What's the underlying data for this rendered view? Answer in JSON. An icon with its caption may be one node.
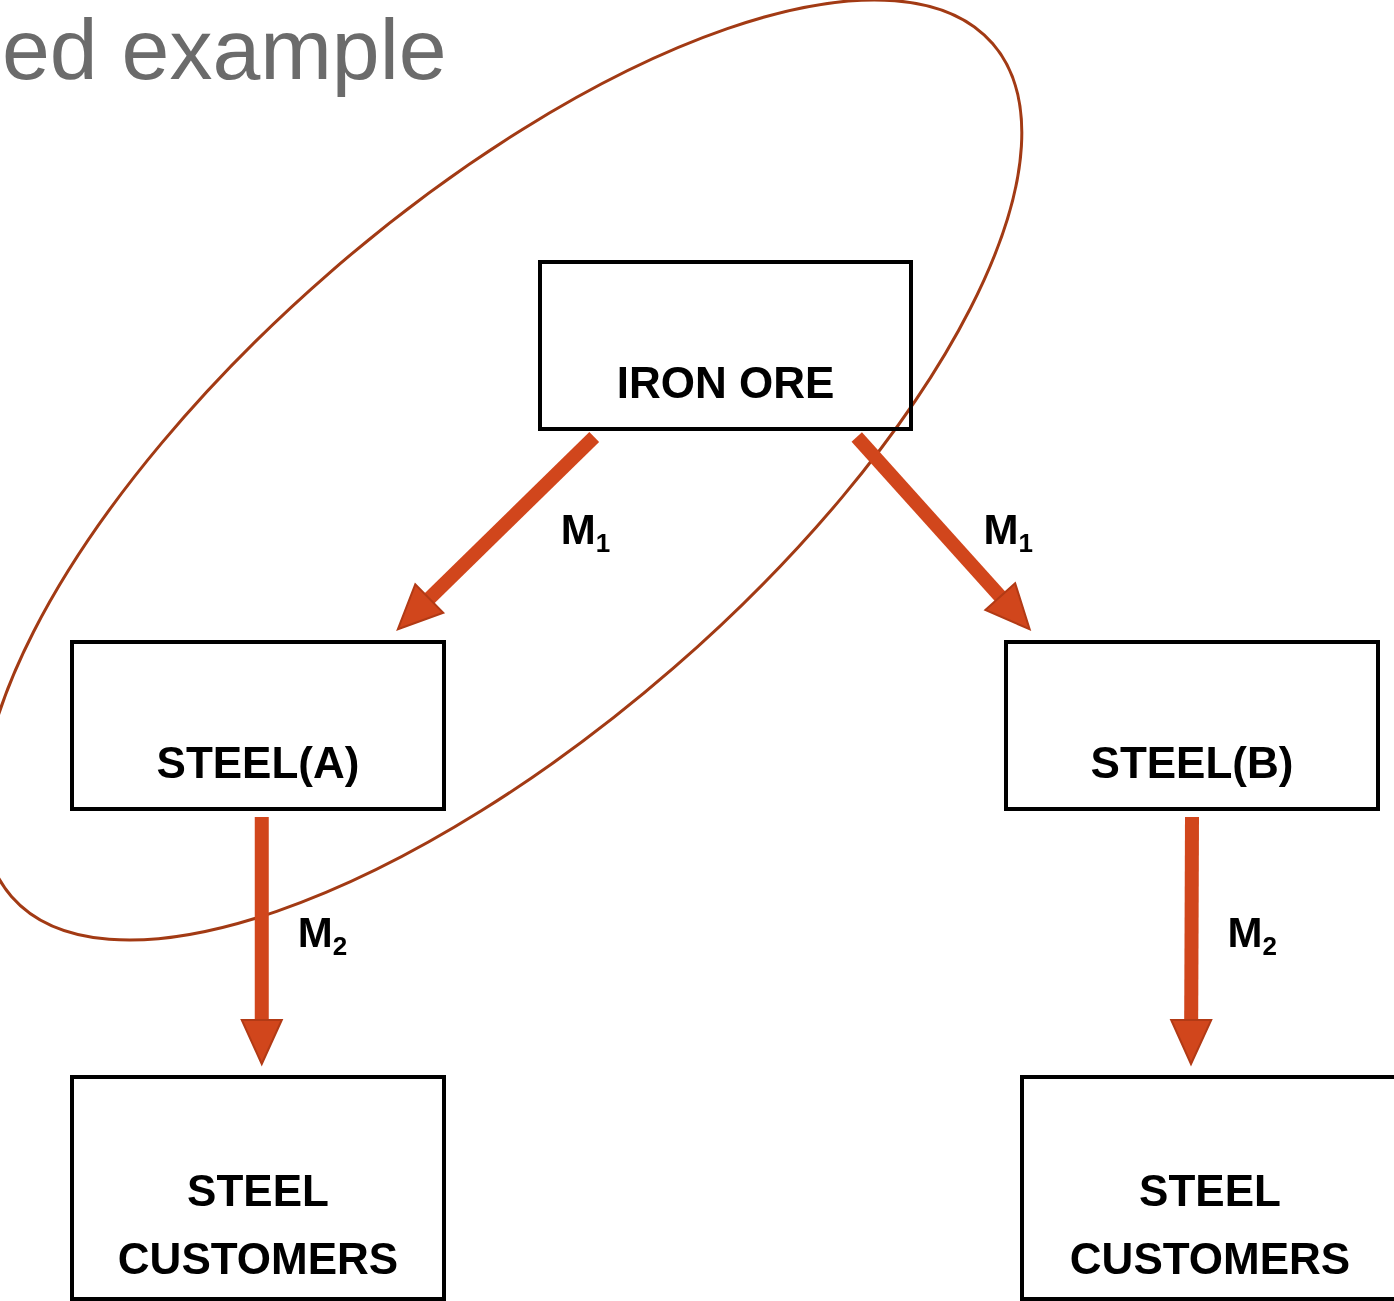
{
  "diagram": {
    "title": "ed example",
    "nodes": [
      {
        "text": [
          "IRON ORE"
        ]
      },
      {
        "text": [
          "STEEL(A)"
        ]
      },
      {
        "text": [
          "STEEL(B)"
        ]
      },
      {
        "text": [
          "STEEL CUSTOMERS"
        ]
      },
      {
        "text": [
          "STEEL CUSTOMERS"
        ]
      }
    ],
    "edges": [
      {
        "from": 0,
        "to": 1,
        "arrow": "to",
        "label": "M$_{1}$"
      },
      {
        "from": 0,
        "to": 2,
        "arrow": "to",
        "label": "M$_{1}$"
      },
      {
        "from": 1,
        "to": 3,
        "arrow": "to",
        "label": "M$_{2}$"
      },
      {
        "from": 2,
        "to": 4,
        "arrow": "to",
        "label": "M$_{2}$"
      }
    ]
  }
}
